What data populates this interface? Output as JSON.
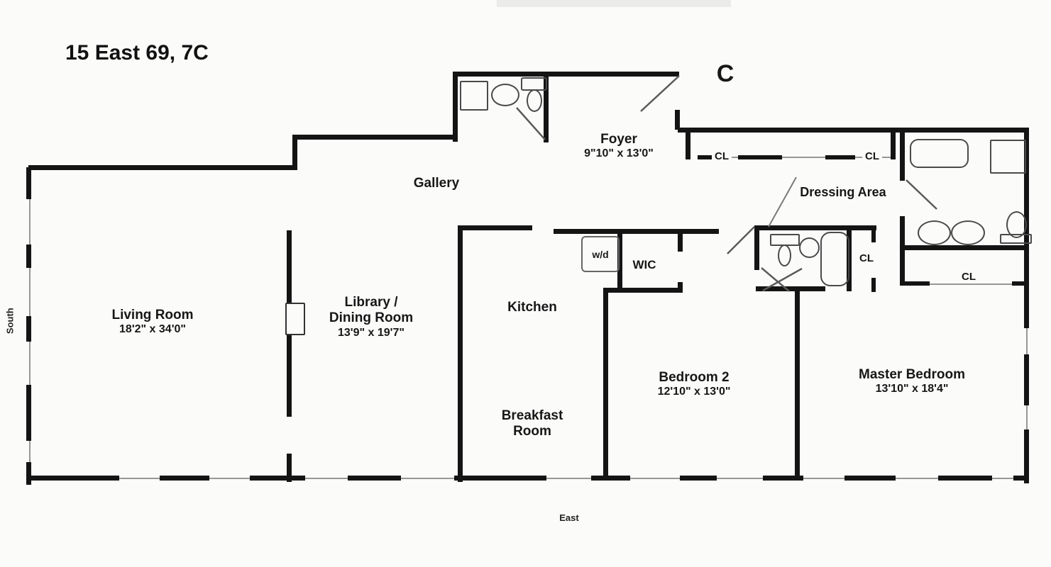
{
  "title": "15 East 69, 7C",
  "entry_label": "C",
  "compass": {
    "south": "South",
    "east": "East"
  },
  "rooms": {
    "foyer": {
      "name": "Foyer",
      "dims": "9\"10\" x 13'0\""
    },
    "gallery": {
      "name": "Gallery"
    },
    "living": {
      "name": "Living Room",
      "dims": "18'2\" x 34'0\""
    },
    "library": {
      "name_line1": "Library /",
      "name_line2": "Dining Room",
      "dims": "13'9\" x 19'7\""
    },
    "kitchen": {
      "name": "Kitchen"
    },
    "breakfast": {
      "name_line1": "Breakfast",
      "name_line2": "Room"
    },
    "bedroom2": {
      "name": "Bedroom 2",
      "dims": "12'10\" x 13'0\""
    },
    "master": {
      "name": "Master Bedroom",
      "dims": "13'10\" x 18'4\""
    },
    "dressing": {
      "name": "Dressing Area"
    },
    "wic": {
      "name": "WIC"
    },
    "laundry": {
      "name": "w/d"
    }
  },
  "closets": {
    "cl1": "CL",
    "cl2": "CL",
    "cl3": "CL",
    "cl4": "CL"
  },
  "fixtures": [
    "shower-icon",
    "sink-icon",
    "toilet-icon",
    "bathtub-icon",
    "double-sink-icon",
    "washer-dryer-box"
  ],
  "colors": {
    "wall": "#141414",
    "thin": "#979797",
    "fixture": "#4a4a4a",
    "bg": "#fbfbfa"
  }
}
